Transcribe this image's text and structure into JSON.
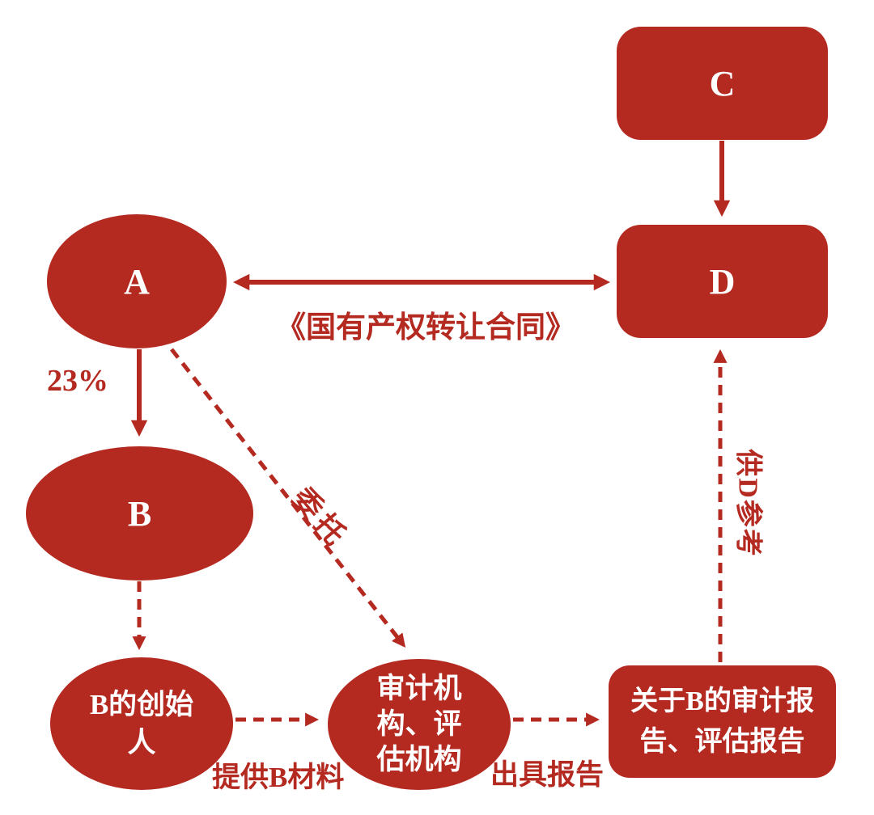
{
  "colors": {
    "primary": "#B42A21",
    "node_text": "#FFFFFF",
    "background": "#FFFFFF"
  },
  "nodes": {
    "a": {
      "label": "A",
      "shape": "ellipse"
    },
    "b": {
      "label": "B",
      "shape": "ellipse"
    },
    "c": {
      "label": "C",
      "shape": "rounded-rect"
    },
    "d": {
      "label": "D",
      "shape": "rounded-rect"
    },
    "founder": {
      "label": "B的创始人",
      "shape": "ellipse"
    },
    "audit": {
      "label": "审计机构、评估机构",
      "shape": "ellipse"
    },
    "report": {
      "label": "关于B的审计报告、评估报告",
      "shape": "rounded-rect"
    }
  },
  "edges": [
    {
      "from": "c",
      "to": "d",
      "style": "solid",
      "bidirectional": false,
      "label": ""
    },
    {
      "from": "a",
      "to": "d",
      "style": "solid",
      "bidirectional": true,
      "label": "《国有产权转让合同》"
    },
    {
      "from": "a",
      "to": "b",
      "style": "solid",
      "bidirectional": false,
      "label": "23%"
    },
    {
      "from": "a",
      "to": "audit",
      "style": "dashed",
      "bidirectional": false,
      "label": "委托"
    },
    {
      "from": "b",
      "to": "founder",
      "style": "dashed",
      "bidirectional": false,
      "label": ""
    },
    {
      "from": "founder",
      "to": "audit",
      "style": "dashed",
      "bidirectional": false,
      "label": "提供B材料"
    },
    {
      "from": "audit",
      "to": "report",
      "style": "dashed",
      "bidirectional": false,
      "label": "出具报告"
    },
    {
      "from": "report",
      "to": "d",
      "style": "dashed",
      "bidirectional": false,
      "label": "供D参考"
    }
  ]
}
